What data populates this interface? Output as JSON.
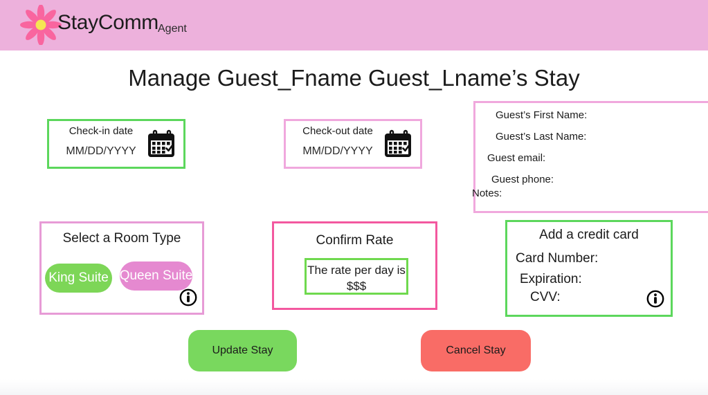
{
  "header": {
    "brand": "StayComm",
    "role_label": "Agent",
    "background_color": "#edb1dc",
    "logo_petal_color": "#f9659f",
    "logo_center_color": "#f5e653",
    "logo_icon": "flower-logo-icon"
  },
  "page": {
    "title": "Manage Guest_Fname Guest_Lname’s Stay"
  },
  "checkin": {
    "label": "Check-in date",
    "value": "MM/DD/YYYY",
    "icon": "calendar-icon",
    "border_color": "#5cd75c"
  },
  "checkout": {
    "label": "Check-out date",
    "value": "MM/DD/YYYY",
    "icon": "calendar-icon",
    "border_color": "#f0a8dd"
  },
  "guest": {
    "first_name_label": "Guest’s First Name:",
    "last_name_label": "Guest’s Last Name:",
    "email_label": "Guest email:",
    "phone_label": "Guest phone:",
    "notes_label": "Notes:",
    "border_color": "#f0a8dd"
  },
  "room_type": {
    "title": "Select a Room Type",
    "options": [
      {
        "label": "King Suite",
        "color": "#7dd657"
      },
      {
        "label": "Queen Suite",
        "color": "#e589d0"
      }
    ],
    "info_icon": "info-icon",
    "border_color": "#e79bd6"
  },
  "rate": {
    "title": "Confirm Rate",
    "value_text": "The rate per day is\n$$$",
    "border_color": "#f3589f",
    "inner_border_color": "#6fd94e"
  },
  "credit_card": {
    "title": "Add a credit card",
    "card_number_label": "Card Number:",
    "expiration_label": "Expiration:",
    "cvv_label": "CVV:",
    "info_icon": "info-icon",
    "border_color": "#5cd75c"
  },
  "actions": {
    "update_label": "Update Stay",
    "update_color": "#79d85e",
    "cancel_label": "Cancel Stay",
    "cancel_color": "#f96c66"
  }
}
